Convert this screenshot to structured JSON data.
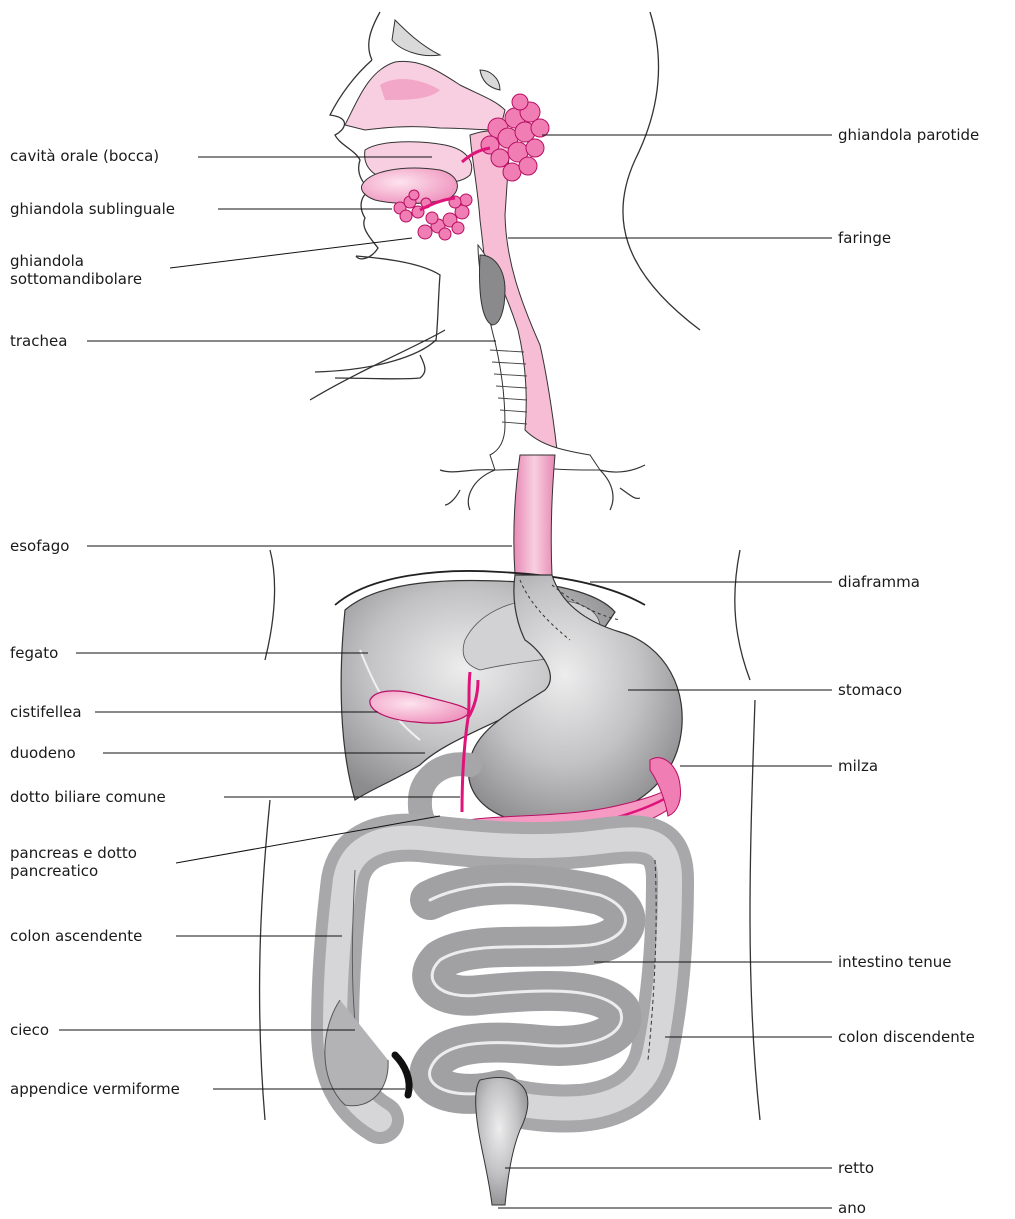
{
  "labels": {
    "oral_cavity": "cavità orale (bocca)",
    "sublingual": "ghiandola sublinguale",
    "submandibular_1": "ghiandola",
    "submandibular_2": "sottomandibolare",
    "trachea": "trachea",
    "esophagus": "esofago",
    "liver": "fegato",
    "gallbladder": "cistifellea",
    "duodenum": "duodeno",
    "bile_duct": "dotto biliare comune",
    "pancreas_1": "pancreas e dotto",
    "pancreas_2": "pancreatico",
    "ascending_colon": "colon ascendente",
    "cecum": "cieco",
    "appendix": "appendice vermiforme",
    "parotid": "ghiandola parotide",
    "pharynx": "faringe",
    "diaphragm": "diaframma",
    "stomach": "stomaco",
    "spleen": "milza",
    "small_intestine": "intestino tenue",
    "descending_colon": "colon discendente",
    "rectum": "retto",
    "anus": "ano"
  },
  "colors": {
    "pink": "#f2a7c8",
    "pink_light": "#f8cfe0",
    "magenta": "#e0137a",
    "gray": "#b8b8ba",
    "gray_light": "#d7d7d9",
    "gray_dark": "#8e8e90"
  }
}
